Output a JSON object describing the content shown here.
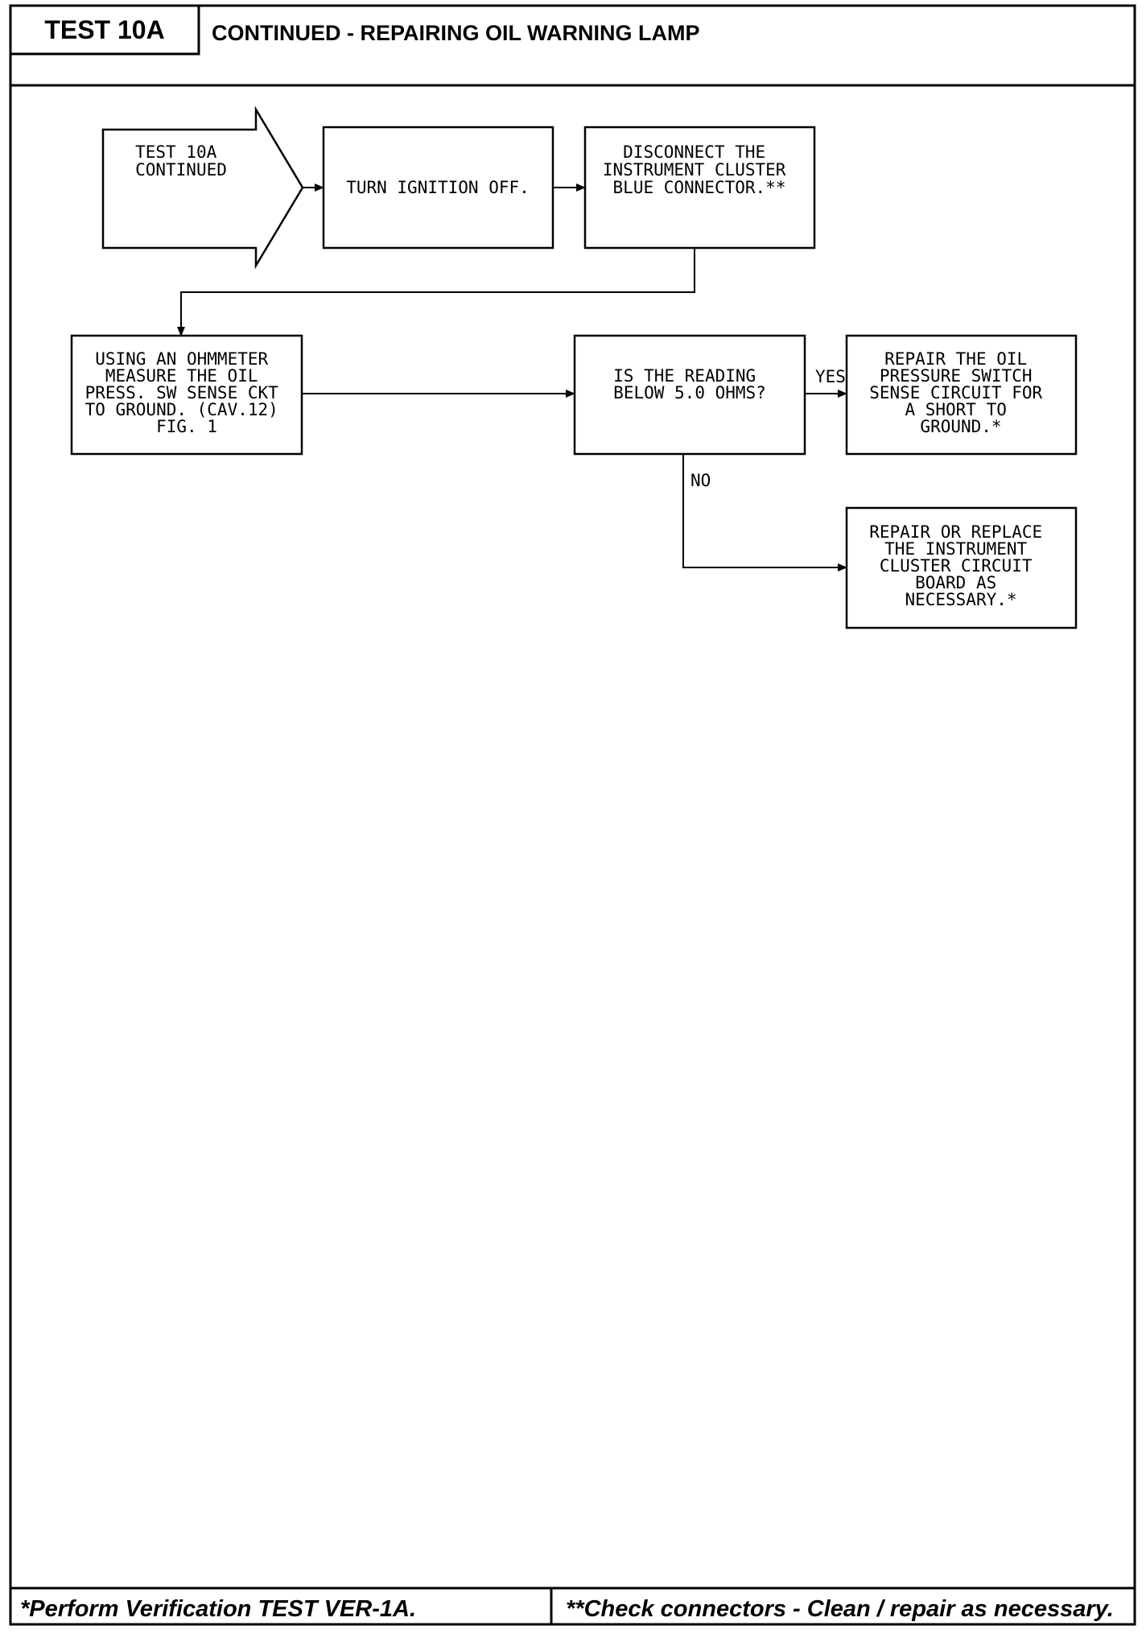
{
  "header": {
    "test_label": "TEST 10A",
    "title": "CONTINUED - REPAIRING OIL WARNING LAMP"
  },
  "flowchart": {
    "start": {
      "lines": [
        "TEST 10A",
        "CONTINUED"
      ]
    },
    "steps": [
      {
        "id": "turn-ignition-off",
        "lines": [
          "TURN IGNITION OFF."
        ]
      },
      {
        "id": "disconnect-connector",
        "lines": [
          "DISCONNECT THE",
          "INSTRUMENT CLUSTER",
          "BLUE CONNECTOR.**"
        ]
      },
      {
        "id": "measure-resistance",
        "lines": [
          "USING AN OHMMETER",
          "MEASURE THE OIL",
          "PRESS. SW SENSE CKT",
          "TO GROUND. (CAV.12)",
          "FIG. 1"
        ]
      },
      {
        "id": "reading-question",
        "lines": [
          "IS THE READING",
          "BELOW 5.0 OHMS?"
        ]
      },
      {
        "id": "repair-short",
        "lines": [
          "REPAIR THE OIL",
          "PRESSURE SWITCH",
          "SENSE CIRCUIT FOR",
          "A SHORT TO",
          "GROUND.*"
        ]
      },
      {
        "id": "replace-board",
        "lines": [
          "REPAIR OR REPLACE",
          "THE INSTRUMENT",
          "CLUSTER CIRCUIT",
          "BOARD AS",
          "NECESSARY.*"
        ]
      }
    ],
    "edge_labels": {
      "yes": "YES",
      "no": "NO"
    }
  },
  "footer": {
    "left_note": "*Perform Verification TEST VER-1A.",
    "right_note": "**Check connectors - Clean / repair as necessary."
  }
}
